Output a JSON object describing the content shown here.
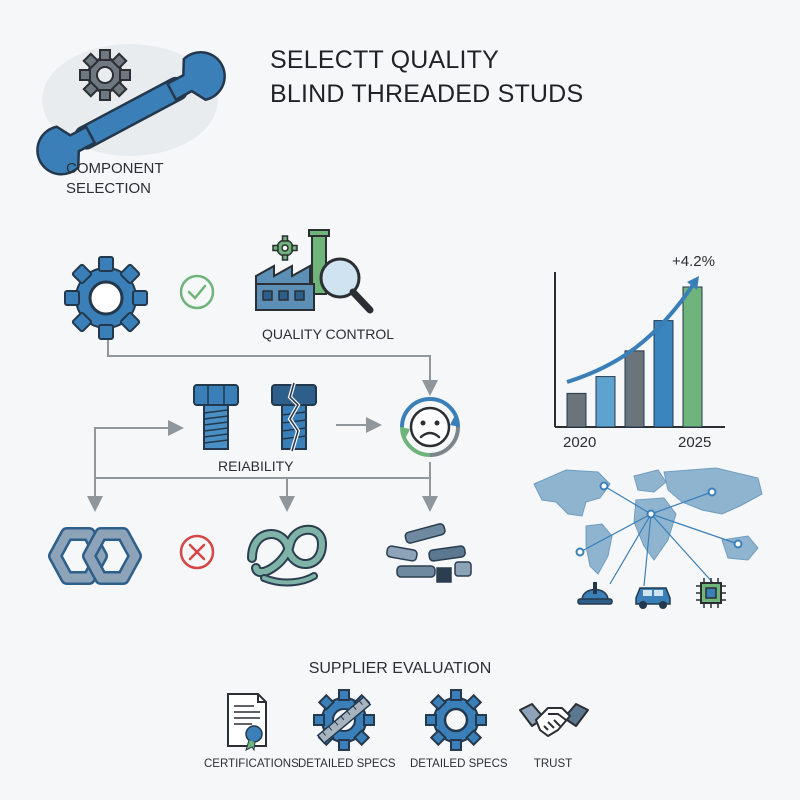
{
  "header": {
    "title_line1": "SELECTT QUALITY",
    "title_line2": "BLIND THREADED STUDS"
  },
  "component_selection": {
    "label_line1": "COMPONENT",
    "label_line2": "SELECTION",
    "icon": "wrench-gear-icon"
  },
  "flow": {
    "quality_control_label": "QUALITY CONTROL",
    "reliability_label": "REIABILITY",
    "icons": [
      "gear-icon",
      "check-circle-icon",
      "factory-magnifier-icon",
      "bolt-icon",
      "broken-bolt-icon",
      "sad-face-cycle-icon",
      "interlocked-hex-icon",
      "x-circle-icon",
      "tangled-thread-icon",
      "scattered-bolts-icon"
    ]
  },
  "growth_chart": {
    "annotation": "+4.2%",
    "x_start_label": "2020",
    "x_end_label": "2025"
  },
  "chart_data": {
    "type": "bar",
    "x": [
      "2020",
      "2025"
    ],
    "values": [
      30,
      45,
      68,
      95,
      125
    ],
    "annotations": [
      "+4.2%"
    ],
    "colors": [
      "#6b737b",
      "#5ea3d0",
      "#6b737b",
      "#3a85bd",
      "#6fb47a"
    ],
    "grid": false
  },
  "world_map": {
    "icons": [
      "hard-hat-icon",
      "car-icon",
      "chip-icon"
    ]
  },
  "supplier_evaluation": {
    "title": "SUPPLIER EVALUATION",
    "items": [
      {
        "label": "CERTIFICATIONS",
        "icon": "certificate-icon"
      },
      {
        "label": "DETAILED SPECS",
        "icon": "gear-ruler-icon"
      },
      {
        "label": "DETAILED SPECS",
        "icon": "gear-icon"
      },
      {
        "label": "TRUST",
        "icon": "handshake-icon"
      }
    ]
  },
  "colors": {
    "blue": "#3a7fb8",
    "dark_blue": "#2e5f8a",
    "green": "#6fb47a",
    "gray": "#7c848c",
    "red": "#d64545",
    "line": "#8f969c"
  }
}
